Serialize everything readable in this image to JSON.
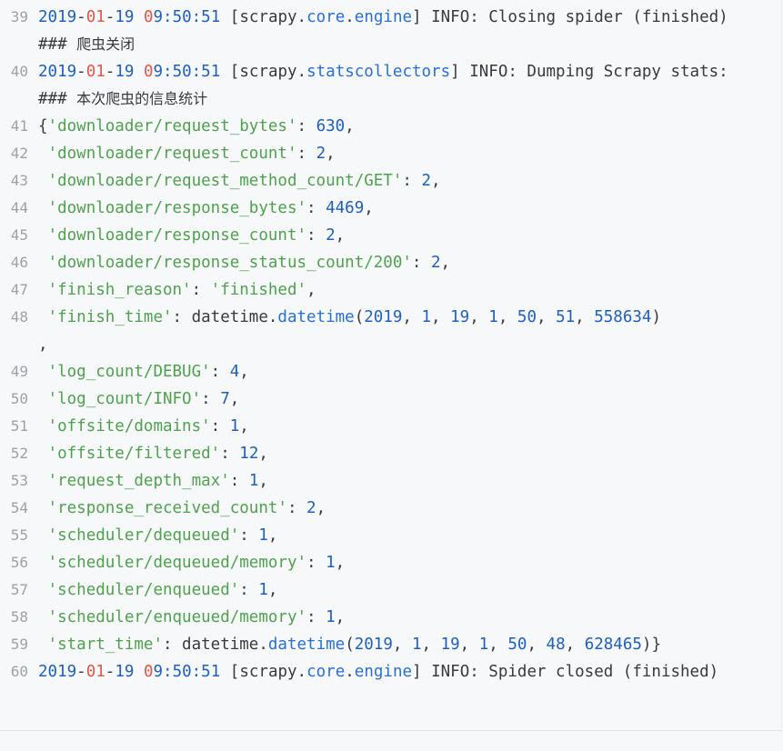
{
  "code_lines": [
    {
      "n": "39",
      "tokens": [
        {
          "t": "2019",
          "c": "num"
        },
        {
          "t": "-"
        },
        {
          "t": "01",
          "c": "red"
        },
        {
          "t": "-"
        },
        {
          "t": "19",
          "c": "num"
        },
        {
          "t": " "
        },
        {
          "t": "0",
          "c": "red"
        },
        {
          "t": "9:50:51",
          "c": "num"
        },
        {
          "t": " [scrapy."
        },
        {
          "t": "core",
          "c": "attr"
        },
        {
          "t": "."
        },
        {
          "t": "engine",
          "c": "attr"
        },
        {
          "t": "] INFO: Closing spider (finished) ### "
        },
        {
          "t": "爬虫关闭",
          "c": "cjk"
        }
      ]
    },
    {
      "n": "40",
      "tokens": [
        {
          "t": "2019",
          "c": "num"
        },
        {
          "t": "-"
        },
        {
          "t": "01",
          "c": "red"
        },
        {
          "t": "-"
        },
        {
          "t": "19",
          "c": "num"
        },
        {
          "t": " "
        },
        {
          "t": "0",
          "c": "red"
        },
        {
          "t": "9:50:51",
          "c": "num"
        },
        {
          "t": " [scrapy."
        },
        {
          "t": "statscollectors",
          "c": "attr"
        },
        {
          "t": "] INFO: Dumping Scrapy stats: ### "
        },
        {
          "t": "本次爬虫的信息统计",
          "c": "cjk"
        }
      ]
    },
    {
      "n": "41",
      "tokens": [
        {
          "t": "{"
        },
        {
          "t": "'downloader/request_bytes'",
          "c": "str"
        },
        {
          "t": ": "
        },
        {
          "t": "630",
          "c": "num"
        },
        {
          "t": ","
        }
      ]
    },
    {
      "n": "42",
      "tokens": [
        {
          "t": " "
        },
        {
          "t": "'downloader/request_count'",
          "c": "str"
        },
        {
          "t": ": "
        },
        {
          "t": "2",
          "c": "num"
        },
        {
          "t": ","
        }
      ]
    },
    {
      "n": "43",
      "tokens": [
        {
          "t": " "
        },
        {
          "t": "'downloader/request_method_count/GET'",
          "c": "str"
        },
        {
          "t": ": "
        },
        {
          "t": "2",
          "c": "num"
        },
        {
          "t": ","
        }
      ]
    },
    {
      "n": "44",
      "tokens": [
        {
          "t": " "
        },
        {
          "t": "'downloader/response_bytes'",
          "c": "str"
        },
        {
          "t": ": "
        },
        {
          "t": "4469",
          "c": "num"
        },
        {
          "t": ","
        }
      ]
    },
    {
      "n": "45",
      "tokens": [
        {
          "t": " "
        },
        {
          "t": "'downloader/response_count'",
          "c": "str"
        },
        {
          "t": ": "
        },
        {
          "t": "2",
          "c": "num"
        },
        {
          "t": ","
        }
      ]
    },
    {
      "n": "46",
      "tokens": [
        {
          "t": " "
        },
        {
          "t": "'downloader/response_status_count/200'",
          "c": "str"
        },
        {
          "t": ": "
        },
        {
          "t": "2",
          "c": "num"
        },
        {
          "t": ","
        }
      ]
    },
    {
      "n": "47",
      "tokens": [
        {
          "t": " "
        },
        {
          "t": "'finish_reason'",
          "c": "str"
        },
        {
          "t": ": "
        },
        {
          "t": "'finished'",
          "c": "str"
        },
        {
          "t": ","
        }
      ]
    },
    {
      "n": "48",
      "tokens": [
        {
          "t": " "
        },
        {
          "t": "'finish_time'",
          "c": "str"
        },
        {
          "t": ": datetime."
        },
        {
          "t": "datetime",
          "c": "attr"
        },
        {
          "t": "("
        },
        {
          "t": "2019",
          "c": "num"
        },
        {
          "t": ", "
        },
        {
          "t": "1",
          "c": "num"
        },
        {
          "t": ", "
        },
        {
          "t": "19",
          "c": "num"
        },
        {
          "t": ", "
        },
        {
          "t": "1",
          "c": "num"
        },
        {
          "t": ", "
        },
        {
          "t": "50",
          "c": "num"
        },
        {
          "t": ", "
        },
        {
          "t": "51",
          "c": "num"
        },
        {
          "t": ", "
        },
        {
          "t": "558634",
          "c": "num"
        },
        {
          "t": ")\n,"
        }
      ]
    },
    {
      "n": "49",
      "tokens": [
        {
          "t": " "
        },
        {
          "t": "'log_count/DEBUG'",
          "c": "str"
        },
        {
          "t": ": "
        },
        {
          "t": "4",
          "c": "num"
        },
        {
          "t": ","
        }
      ]
    },
    {
      "n": "50",
      "tokens": [
        {
          "t": " "
        },
        {
          "t": "'log_count/INFO'",
          "c": "str"
        },
        {
          "t": ": "
        },
        {
          "t": "7",
          "c": "num"
        },
        {
          "t": ","
        }
      ]
    },
    {
      "n": "51",
      "tokens": [
        {
          "t": " "
        },
        {
          "t": "'offsite/domains'",
          "c": "str"
        },
        {
          "t": ": "
        },
        {
          "t": "1",
          "c": "num"
        },
        {
          "t": ","
        }
      ]
    },
    {
      "n": "52",
      "tokens": [
        {
          "t": " "
        },
        {
          "t": "'offsite/filtered'",
          "c": "str"
        },
        {
          "t": ": "
        },
        {
          "t": "12",
          "c": "num"
        },
        {
          "t": ","
        }
      ]
    },
    {
      "n": "53",
      "tokens": [
        {
          "t": " "
        },
        {
          "t": "'request_depth_max'",
          "c": "str"
        },
        {
          "t": ": "
        },
        {
          "t": "1",
          "c": "num"
        },
        {
          "t": ","
        }
      ]
    },
    {
      "n": "54",
      "tokens": [
        {
          "t": " "
        },
        {
          "t": "'response_received_count'",
          "c": "str"
        },
        {
          "t": ": "
        },
        {
          "t": "2",
          "c": "num"
        },
        {
          "t": ","
        }
      ]
    },
    {
      "n": "55",
      "tokens": [
        {
          "t": " "
        },
        {
          "t": "'scheduler/dequeued'",
          "c": "str"
        },
        {
          "t": ": "
        },
        {
          "t": "1",
          "c": "num"
        },
        {
          "t": ","
        }
      ]
    },
    {
      "n": "56",
      "tokens": [
        {
          "t": " "
        },
        {
          "t": "'scheduler/dequeued/memory'",
          "c": "str"
        },
        {
          "t": ": "
        },
        {
          "t": "1",
          "c": "num"
        },
        {
          "t": ","
        }
      ]
    },
    {
      "n": "57",
      "tokens": [
        {
          "t": " "
        },
        {
          "t": "'scheduler/enqueued'",
          "c": "str"
        },
        {
          "t": ": "
        },
        {
          "t": "1",
          "c": "num"
        },
        {
          "t": ","
        }
      ]
    },
    {
      "n": "58",
      "tokens": [
        {
          "t": " "
        },
        {
          "t": "'scheduler/enqueued/memory'",
          "c": "str"
        },
        {
          "t": ": "
        },
        {
          "t": "1",
          "c": "num"
        },
        {
          "t": ","
        }
      ]
    },
    {
      "n": "59",
      "tokens": [
        {
          "t": " "
        },
        {
          "t": "'start_time'",
          "c": "str"
        },
        {
          "t": ": datetime."
        },
        {
          "t": "datetime",
          "c": "attr"
        },
        {
          "t": "("
        },
        {
          "t": "2019",
          "c": "num"
        },
        {
          "t": ", "
        },
        {
          "t": "1",
          "c": "num"
        },
        {
          "t": ", "
        },
        {
          "t": "19",
          "c": "num"
        },
        {
          "t": ", "
        },
        {
          "t": "1",
          "c": "num"
        },
        {
          "t": ", "
        },
        {
          "t": "50",
          "c": "num"
        },
        {
          "t": ", "
        },
        {
          "t": "48",
          "c": "num"
        },
        {
          "t": ", "
        },
        {
          "t": "628465",
          "c": "num"
        },
        {
          "t": ")}"
        }
      ]
    },
    {
      "n": "60",
      "tokens": [
        {
          "t": "2019",
          "c": "num"
        },
        {
          "t": "-"
        },
        {
          "t": "01",
          "c": "red"
        },
        {
          "t": "-"
        },
        {
          "t": "19",
          "c": "num"
        },
        {
          "t": " "
        },
        {
          "t": "0",
          "c": "red"
        },
        {
          "t": "9:50:51",
          "c": "num"
        },
        {
          "t": " [scrapy."
        },
        {
          "t": "core",
          "c": "attr"
        },
        {
          "t": "."
        },
        {
          "t": "engine",
          "c": "attr"
        },
        {
          "t": "] INFO: Spider closed (finished)"
        }
      ]
    }
  ],
  "colors": {
    "background": "#f6f8fa",
    "line_number": "#a0a1a7",
    "number": "#1f5fbf",
    "string": "#50a14f",
    "attribute": "#2a6fd6",
    "red_digit": "#e45649"
  }
}
